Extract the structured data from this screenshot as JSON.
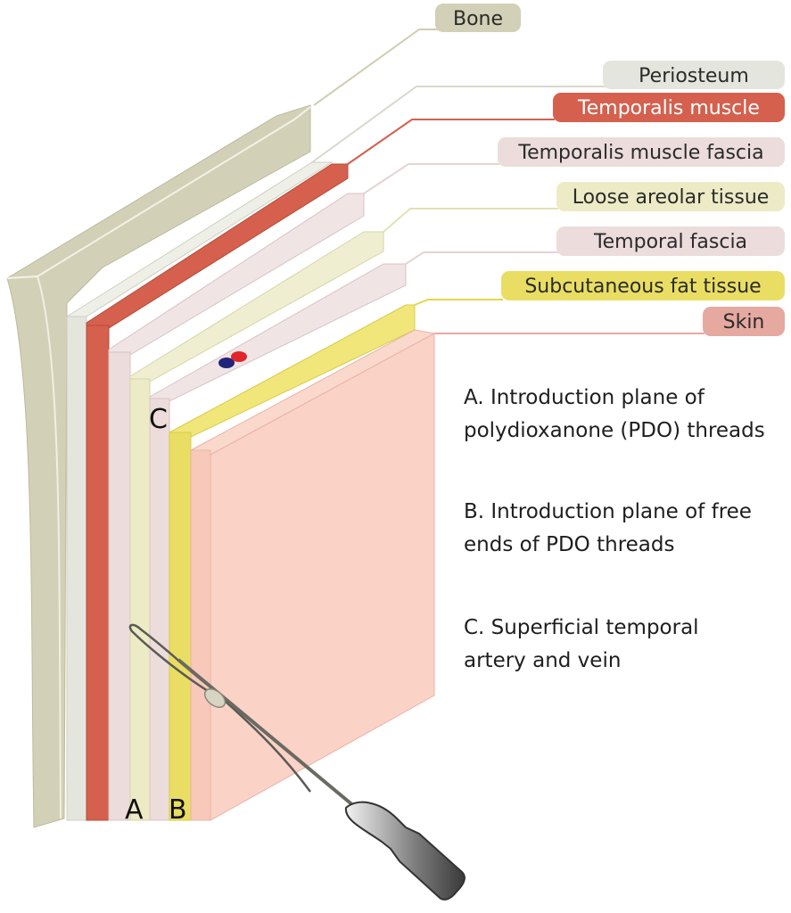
{
  "layers": [
    {
      "label": "Bone",
      "color": "#d2d0b6"
    },
    {
      "label": "Periosteum",
      "color": "#e4e5dc"
    },
    {
      "label": "Temporalis muscle",
      "color": "#d4604d"
    },
    {
      "label": "Temporalis muscle fascia",
      "color": "#ecdcdc"
    },
    {
      "label": "Loose areolar tissue",
      "color": "#ecebc5"
    },
    {
      "label": "Temporal fascia",
      "color": "#ecdcdc"
    },
    {
      "label": "Subcutaneous fat tissue",
      "color": "#e9de63"
    },
    {
      "label": "Skin",
      "color": "#fbd2c6"
    }
  ],
  "markers": {
    "a": "A",
    "b": "B",
    "c": "C"
  },
  "legend": [
    {
      "line1": "A. Introduction plane of",
      "line2": "polydioxanone (PDO) threads"
    },
    {
      "line1": "B. Introduction plane of free",
      "line2": "ends of PDO threads"
    },
    {
      "line1": "C. Superficial temporal",
      "line2": "artery and vein"
    }
  ],
  "colors": {
    "artery": "#e0262a",
    "vein": "#22237a"
  }
}
